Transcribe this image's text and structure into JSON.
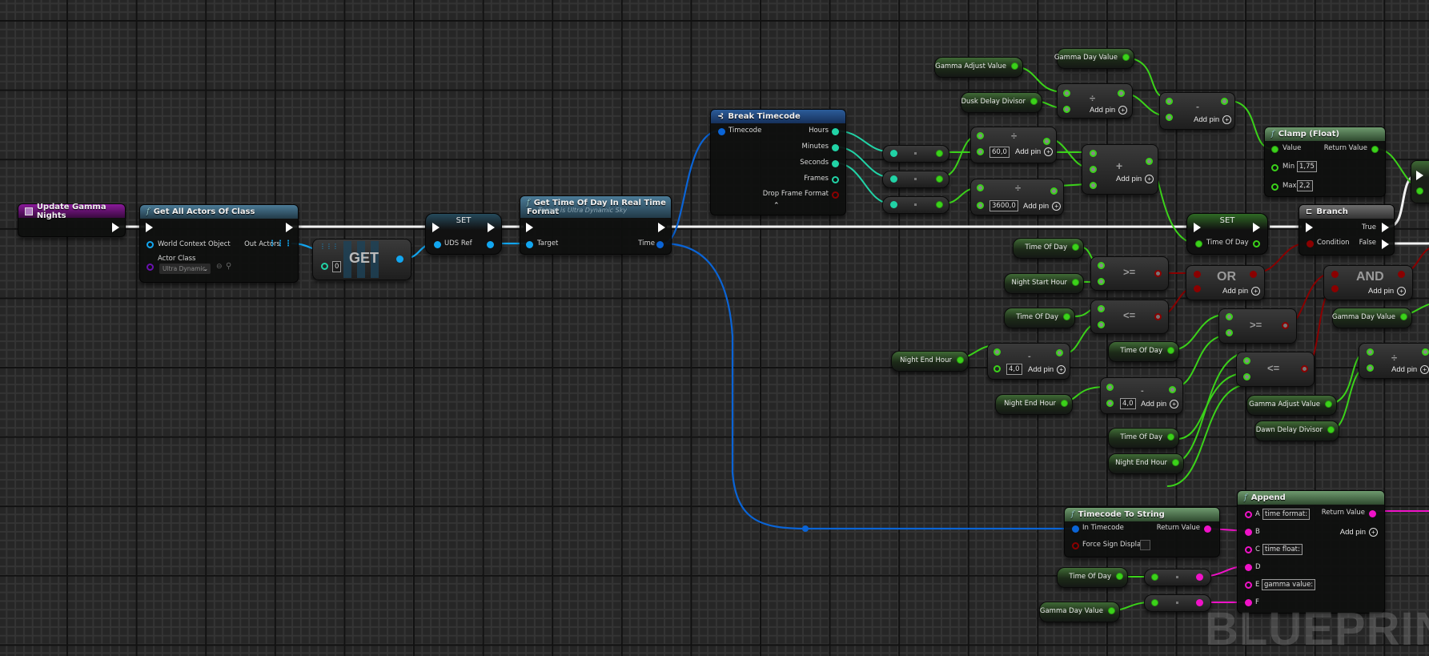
{
  "watermark": "BLUEPRINT",
  "nodes": {
    "event": {
      "title": "Update Gamma Nights"
    },
    "get_all_actors": {
      "title": "Get All Actors Of Class",
      "pins": {
        "world_context": "World Context Object",
        "out_actors": "Out Actors",
        "actor_class": "Actor Class"
      },
      "actor_class_value": "Ultra Dynamic S"
    },
    "get_array": {
      "title": "GET",
      "index": "0"
    },
    "set_uds": {
      "title": "SET",
      "pin": "UDS Ref"
    },
    "get_time": {
      "title": "Get Time Of Day In Real Time Format",
      "subtitle": "Target is Ultra Dynamic Sky",
      "pins": {
        "target": "Target",
        "time": "Time"
      }
    },
    "break_timecode": {
      "title": "Break Timecode",
      "pins": {
        "timecode": "Timecode",
        "hours": "Hours",
        "minutes": "Minutes",
        "seconds": "Seconds",
        "frames": "Frames",
        "drop_frame": "Drop Frame Format"
      }
    },
    "div_60": {
      "symbol": "÷",
      "value": "60,0",
      "add_pin": "Add pin"
    },
    "div_3600": {
      "symbol": "÷",
      "value": "3600,0",
      "add_pin": "Add pin"
    },
    "add_sum": {
      "symbol": "+",
      "add_pin": "Add pin"
    },
    "var_gamma_adjust_1": {
      "label": "Gamma Adjust Value"
    },
    "var_dusk_delay": {
      "label": "Dusk Delay Divisor"
    },
    "var_gamma_day_1": {
      "label": "Gamma Day Value"
    },
    "div_dusk": {
      "symbol": "÷",
      "add_pin": "Add pin"
    },
    "sub_gamma": {
      "symbol": "-",
      "add_pin": "Add pin"
    },
    "clamp": {
      "title": "Clamp (Float)",
      "pins": {
        "value": "Value",
        "min": "Min",
        "max": "Max",
        "return": "Return Value"
      },
      "min_value": "1,75",
      "max_value": "2,2"
    },
    "set_time": {
      "title": "SET",
      "pin": "Time Of Day"
    },
    "branch": {
      "title": "Branch",
      "pins": {
        "condition": "Condition",
        "true": "True",
        "false": "False"
      }
    },
    "var_tod_1": {
      "label": "Time Of Day"
    },
    "var_night_start": {
      "label": "Night Start Hour"
    },
    "var_tod_2": {
      "label": "Time Of Day"
    },
    "var_night_end_1": {
      "label": "Night End Hour"
    },
    "var_night_end_2": {
      "label": "Night End Hour"
    },
    "var_tod_3": {
      "label": "Time Of Day"
    },
    "var_tod_4": {
      "label": "Time Of Day"
    },
    "var_night_end_3": {
      "label": "Night End Hour"
    },
    "ge_1": {
      "symbol": ">="
    },
    "le_1": {
      "symbol": "<="
    },
    "ge_2": {
      "symbol": ">="
    },
    "le_2": {
      "symbol": "<="
    },
    "sub_4a": {
      "symbol": "-",
      "value": "4,0",
      "add_pin": "Add pin"
    },
    "sub_4b": {
      "symbol": "-",
      "value": "4,0",
      "add_pin": "Add pin"
    },
    "or": {
      "symbol": "OR",
      "add_pin": "Add pin"
    },
    "and": {
      "symbol": "AND",
      "add_pin": "Add pin"
    },
    "var_gamma_day_2": {
      "label": "Gamma Day Value"
    },
    "div_dawn": {
      "symbol": "÷",
      "add_pin": "Add pin"
    },
    "var_gamma_adjust_2": {
      "label": "Gamma Adjust Value"
    },
    "var_dawn_delay": {
      "label": "Dawn Delay Divisor"
    },
    "timecode_to_string": {
      "title": "Timecode To String",
      "pins": {
        "in_timecode": "In Timecode",
        "return": "Return Value",
        "force_sign": "Force Sign Display"
      }
    },
    "append": {
      "title": "Append",
      "pins": {
        "a": "A",
        "b": "B",
        "c": "C",
        "d": "D",
        "e": "E",
        "f": "F",
        "return": "Return Value"
      },
      "a_value": "time format:",
      "c_value": "time float:",
      "e_value": "gamma value:",
      "add_pin": "Add pin"
    },
    "var_tod_5": {
      "label": "Time Of Day"
    },
    "var_gamma_day_3": {
      "label": "Gamma Day Value"
    }
  },
  "colors": {
    "exec": "#ffffff",
    "float": "#3bd21a",
    "int": "#21d3a6",
    "bool": "#8a0000",
    "string": "#f012c8",
    "object": "#12a6f0",
    "struct": "#0a64d6"
  }
}
